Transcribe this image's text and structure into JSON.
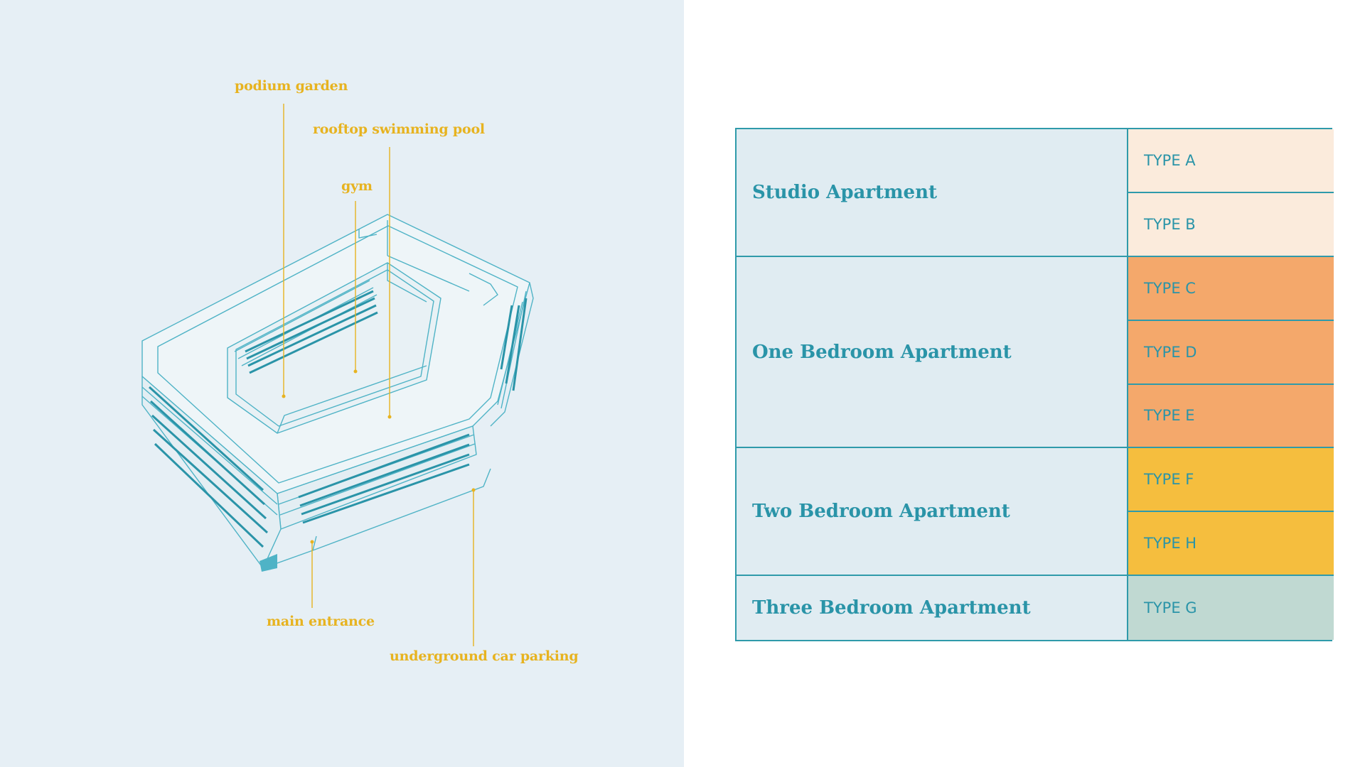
{
  "diagram": {
    "labels": {
      "podium_garden": "podium garden",
      "rooftop_pool": "rooftop swimming pool",
      "gym": "gym",
      "main_entrance": "main entrance",
      "underground_parking": "underground car parking"
    },
    "colors": {
      "panel_bg": "#e6eff5",
      "label": "#e7b320",
      "building_line": "#4fb3c6",
      "building_dark": "#2a94a8"
    }
  },
  "table": {
    "rows": [
      {
        "category": "Studio Apartment",
        "types": [
          "TYPE A",
          "TYPE B"
        ],
        "color": "#fbebdc"
      },
      {
        "category": "One Bedroom Apartment",
        "types": [
          "TYPE C",
          "TYPE D",
          "TYPE E"
        ],
        "color": "#f4a86b"
      },
      {
        "category": "Two Bedroom Apartment",
        "types": [
          "TYPE F",
          "TYPE H"
        ],
        "color": "#f5be3e"
      },
      {
        "category": "Three Bedroom Apartment",
        "types": [
          "TYPE G"
        ],
        "color": "#c0d9d2"
      }
    ],
    "border_color": "#2f9aaa",
    "category_bg": "#e0ecf2",
    "text_color": "#2a94a8"
  }
}
